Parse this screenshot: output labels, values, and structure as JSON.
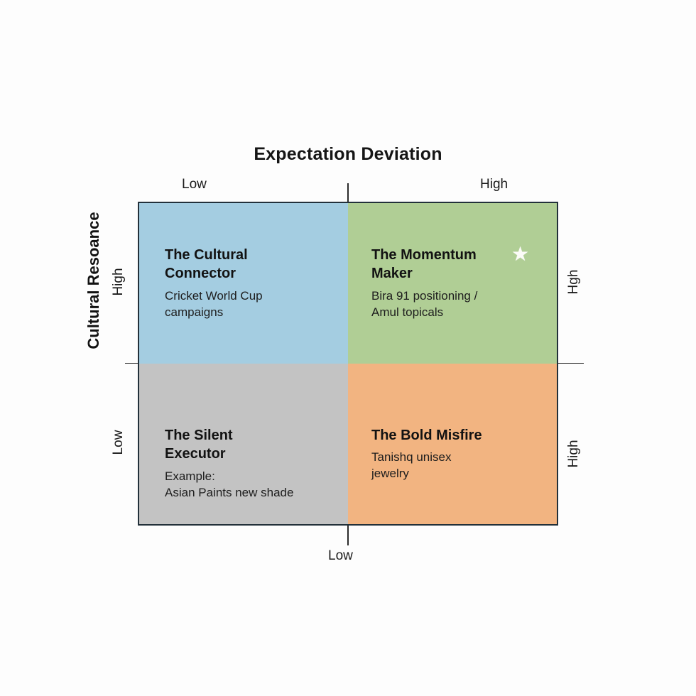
{
  "chart_data": {
    "type": "table",
    "title": "Expectation Deviation",
    "xlabel": "Expectation Deviation",
    "ylabel": "Cultural Resoance",
    "x_axis": {
      "label": "Expectation Deviation",
      "ticks_top": [
        "Low",
        "High"
      ],
      "tick_bottom": "Low"
    },
    "y_axis": {
      "label": "Cultural Resoance",
      "ticks_left": [
        "High",
        "Low"
      ],
      "ticks_right": [
        "Hgh",
        "High"
      ]
    },
    "quadrants": [
      {
        "position": "top-left",
        "x": "Low",
        "y": "High",
        "title": "The Cultural Connector",
        "subtitle": "Cricket World Cup campaigns",
        "color": "#a4cde1",
        "starred": false
      },
      {
        "position": "top-right",
        "x": "High",
        "y": "High",
        "title": "The Momentum Maker",
        "subtitle": "Bira 91 positioning / Amul topicals",
        "color": "#b0ce95",
        "starred": true
      },
      {
        "position": "bottom-left",
        "x": "Low",
        "y": "Low",
        "title": "The Silent Executor",
        "subtitle": "Example: Asian Paints new shade",
        "color": "#c3c3c3",
        "starred": false
      },
      {
        "position": "bottom-right",
        "x": "High",
        "y": "Low",
        "title": "The Bold Misfire",
        "subtitle": "Tanishq unisex jewelry",
        "color": "#f2b481",
        "starred": false
      }
    ],
    "grid": false,
    "legend": "none"
  },
  "header": {
    "title": "Expectation Deviation"
  },
  "axes": {
    "x_top_low": "Low",
    "x_top_high": "High",
    "x_bottom_low": "Low",
    "y_title": "Cultural Resoance",
    "y_left_high": "High",
    "y_left_low": "Low",
    "y_right_high_top": "Hgh",
    "y_right_high_bottom": "High"
  },
  "quadrants": {
    "top_left": {
      "title_line1": "The Cultural",
      "title_line2": "Connector",
      "sub_line1": "Cricket World Cup",
      "sub_line2": "campaigns"
    },
    "top_right": {
      "title_line1": "The Momentum",
      "title_line2": "Maker",
      "sub_line1": "Bira 91 positioning /",
      "sub_line2": "Amul topicals",
      "star_glyph": "★"
    },
    "bottom_left": {
      "title_line1": "The Silent",
      "title_line2": "Executor",
      "sub_line1": "Example:",
      "sub_line2": "Asian Paints new shade"
    },
    "bottom_right": {
      "title_line1": "The Bold Misfire",
      "title_line2": "",
      "sub_line1": "Tanishq unisex",
      "sub_line2": "jewelry"
    }
  },
  "colors": {
    "quad_top_left": "#a4cde1",
    "quad_top_right": "#b0ce95",
    "quad_bottom_left": "#c3c3c3",
    "quad_bottom_right": "#f2b481",
    "border": "#22303a",
    "axis": "#2b2b2b",
    "background": "#fdfdfd",
    "star": "#fbfbf7"
  }
}
